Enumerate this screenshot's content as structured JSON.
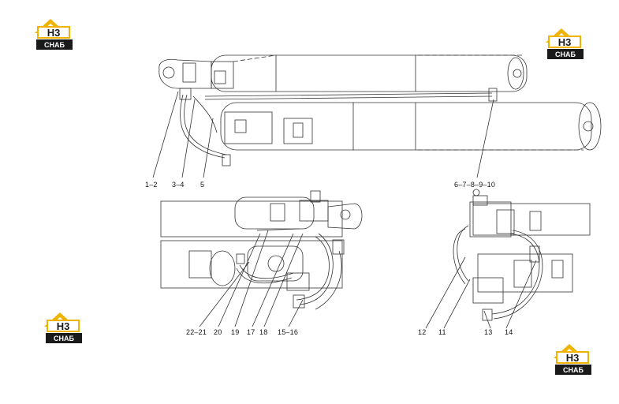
{
  "brand": {
    "logo_text": "H3",
    "logo_sub": "СНАБ",
    "colors": {
      "roof": "#f0b400",
      "badge_bg": "#1a1a1a",
      "badge_fg": "#ffffff",
      "text": "#111111",
      "line": "#333333"
    }
  },
  "callouts": {
    "top": [
      "1–2",
      "3–4",
      "5",
      "6–7–8–9–10"
    ],
    "bottom_left": [
      "22–21",
      "20",
      "19",
      "17",
      "18",
      "15–16"
    ],
    "bottom_right": [
      "12",
      "11",
      "13",
      "14"
    ]
  }
}
